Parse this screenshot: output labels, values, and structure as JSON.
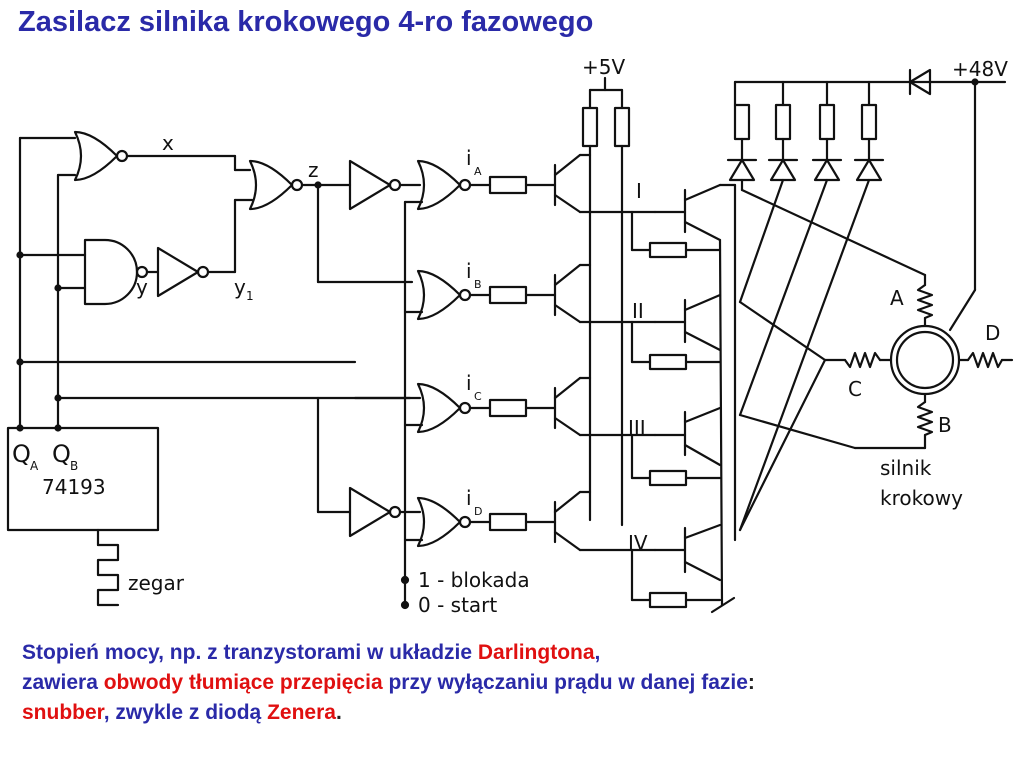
{
  "title": "Zasilacz silnika krokowego 4-ro fazowego",
  "schematic": {
    "supply_5v": "+5V",
    "supply_48v": "+48V",
    "signal_x": "x",
    "signal_y": "y",
    "signal_y1": "y",
    "signal_y1_sub": "1",
    "signal_z": "z",
    "counter_qa": "Q",
    "counter_qa_sub": "A",
    "counter_qb": "Q",
    "counter_qb_sub": "B",
    "counter_chip": "74193",
    "clock": "zegar",
    "phase_currents": [
      {
        "main": "i",
        "sub": "A"
      },
      {
        "main": "i",
        "sub": "B"
      },
      {
        "main": "i",
        "sub": "C"
      },
      {
        "main": "i",
        "sub": "D"
      }
    ],
    "transistor_labels": [
      "I",
      "II",
      "III",
      "IV"
    ],
    "winding_labels": [
      "A",
      "B",
      "C",
      "D"
    ],
    "motor_label_line1": "silnik",
    "motor_label_line2": "krokowy",
    "control_block": "1 - blokada",
    "control_start": "0 - start"
  },
  "caption": {
    "line1_a": "Stopień mocy, np. z tranzystorami w układzie ",
    "line1_b": "Darlingtona",
    "line1_c": ",",
    "line2_a": "zawiera ",
    "line2_b": "obwody tłumiące przepięcia",
    "line2_c": " przy wyłączaniu prądu w danej fazie",
    "line2_d": ":",
    "line3_a": "snubber",
    "line3_b": ", zwykle z diodą ",
    "line3_c": "Zenera",
    "line3_d": "."
  },
  "colors": {
    "title": "#2a2aa8",
    "highlight": "#e01010",
    "ink": "#111111"
  }
}
